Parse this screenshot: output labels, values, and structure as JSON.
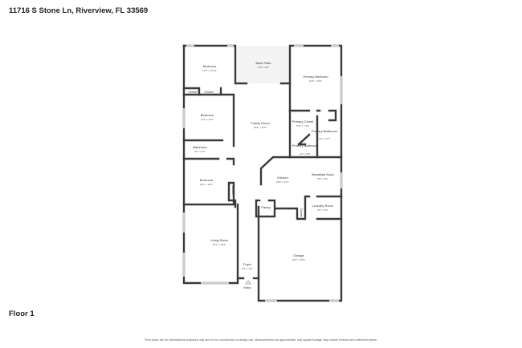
{
  "address": "11716 S Stone Ln, Riverview, FL 33569",
  "floor_label": "Floor 1",
  "disclaimer": "Floor plans are for informational purposes only and not for construction or design use. Measurements are approximate, and square footage may include finished and unfinished areas.",
  "rooms": [
    {
      "name": "Bedroom",
      "dims": "12'4\" x 11'10\""
    },
    {
      "name": "Back Patio",
      "dims": "12'6\" x 8'0\""
    },
    {
      "name": "Primary Bedroom",
      "dims": "12'8\" x 15'2\""
    },
    {
      "name": "Closet",
      "dims": ""
    },
    {
      "name": "Closet",
      "dims": ""
    },
    {
      "name": "Bedroom",
      "dims": "12'4\" x 10'1\""
    },
    {
      "name": "Family Room",
      "dims": "13'8\" x 23'5\""
    },
    {
      "name": "Primary Closet",
      "dims": "5'11\" x 7'10\""
    },
    {
      "name": "Primary Bathroom",
      "dims": "7'5\" x 11'7\""
    },
    {
      "name": "Primary Bathroom",
      "dims": "6'1\" x 5'8\""
    },
    {
      "name": "Bathroom",
      "dims": "8'1\" x 5'3\""
    },
    {
      "name": "Kitchen",
      "dims": "10'6\" x 12'1\""
    },
    {
      "name": "Breakfast Nook",
      "dims": "8'6\" x 9'1\""
    },
    {
      "name": "Bedroom",
      "dims": "12'4\" x 10'9\""
    },
    {
      "name": "Closet",
      "dims": ""
    },
    {
      "name": "Pantry",
      "dims": ""
    },
    {
      "name": "Laundry Room",
      "dims": "8'2\" x 5'2\""
    },
    {
      "name": "Closet",
      "dims": ""
    },
    {
      "name": "Living Room",
      "dims": "18'1\" x 19'3\""
    },
    {
      "name": "Foyer",
      "dims": "5'5\" x 5'3\""
    },
    {
      "name": "Garage",
      "dims": "19'8\" x 22'9\""
    }
  ],
  "entry_label": "Entry"
}
